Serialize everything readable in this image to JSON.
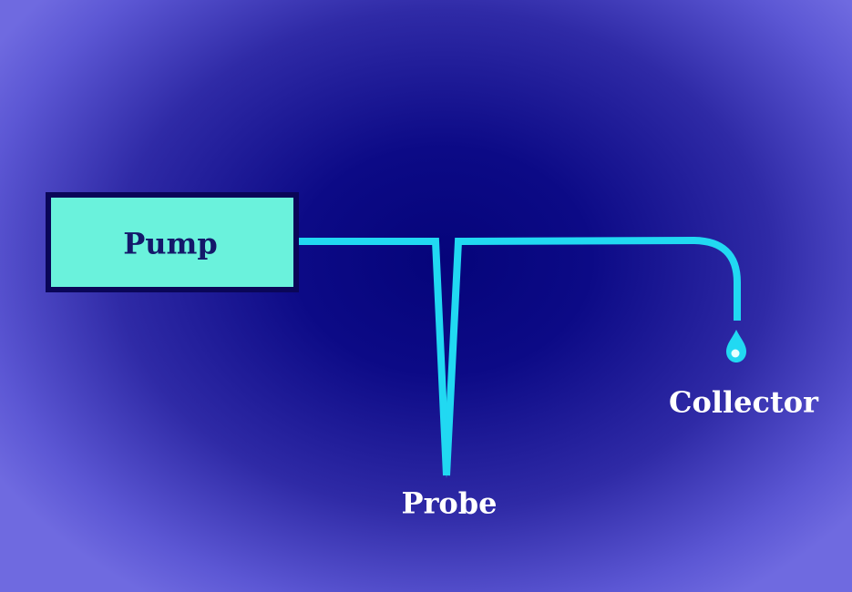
{
  "labels": {
    "pump": "Pump",
    "probe": "Probe",
    "collector": "Collector"
  },
  "colors": {
    "background_center": "#05047a",
    "background_edge": "#6f6ae0",
    "pump_fill": "#6af2dc",
    "pump_border": "#0a0658",
    "pump_text": "#14186a",
    "tubing": "#21d9f2",
    "droplet": "#21d9f2",
    "droplet_highlight": "#e8ffff",
    "label_text": "#ffffff"
  }
}
